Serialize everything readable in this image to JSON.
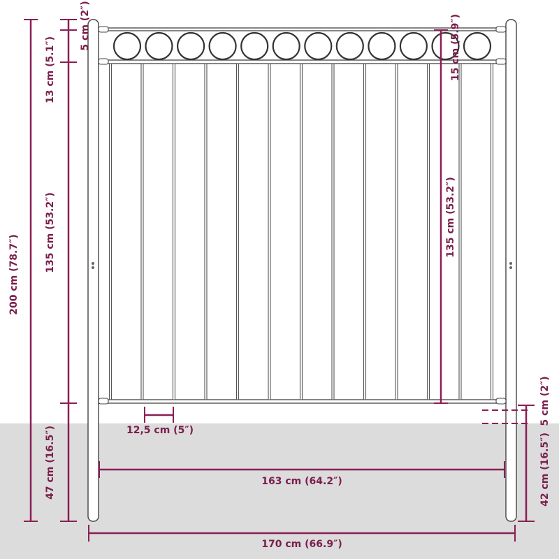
{
  "diagram": {
    "subject": "fence-panel-dimensions",
    "accent_color": "#8a1f55",
    "ground_color": "#dcdcdc",
    "ring_count": 12,
    "bar_count": 13,
    "dimensions": {
      "total_height": "200 cm (78.7″)",
      "top_gap": "13 cm (5.1″)",
      "top_offset": "5 cm (2″)",
      "panel_height_left": "135 cm (53.2″)",
      "in_ground_left": "47 cm (16.5″)",
      "ring_band": "15 cm (5.9″)",
      "panel_height_right": "135 cm (53.2″)",
      "bottom_gap_right": "5 cm (2″)",
      "in_ground_right": "42 cm (16.5″)",
      "bar_spacing": "12,5 cm (5″)",
      "panel_width": "163 cm (64.2″)",
      "total_width": "170 cm (66.9″)"
    }
  }
}
